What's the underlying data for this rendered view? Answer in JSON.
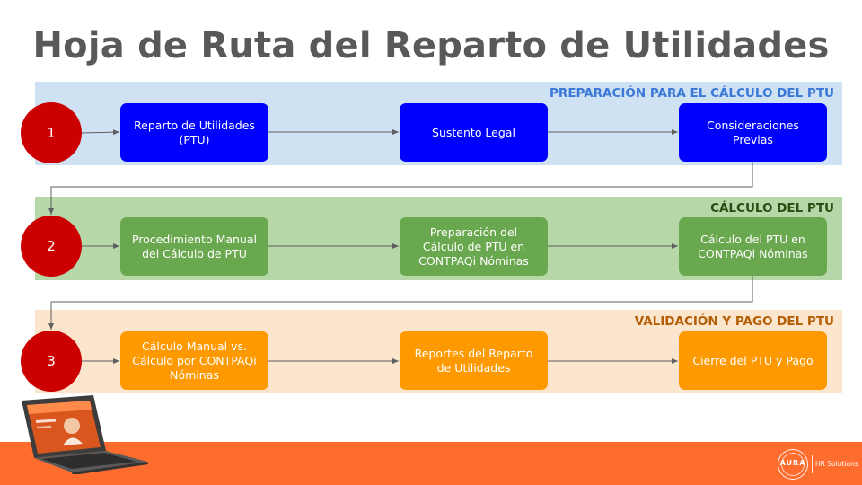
{
  "title": "Hoja de Ruta del Reparto de Utilidades",
  "colors": {
    "title": "#595959",
    "phase_circle": "#cc0000",
    "phase1_band": "#cfe2f3",
    "phase1_box": "#0000ff",
    "phase1_label": "#3c78d8",
    "phase2_band": "#b6d7a8",
    "phase2_box": "#6aa84f",
    "phase2_label": "#274e13",
    "phase3_band": "#fce5cd",
    "phase3_box": "#ff9900",
    "phase3_label": "#b45f06",
    "footer": "#ff6d2e"
  },
  "phases": [
    {
      "number": "1",
      "label": "PREPARACIÓN PARA EL CÁLCULO DEL PTU",
      "steps": [
        "Reparto de Utilidades (PTU)",
        "Sustento Legal",
        "Consideraciones Previas"
      ]
    },
    {
      "number": "2",
      "label": "CÁLCULO DEL PTU",
      "steps": [
        "Procedimiento Manual del Cálculo de PTU",
        "Preparación del Cálculo de PTU en CONTPAQi Nóminas",
        "Cálculo del PTU en CONTPAQi Nóminas"
      ]
    },
    {
      "number": "3",
      "label": "VALIDACIÓN Y PAGO DEL PTU",
      "steps": [
        "Cálculo Manual vs. Cálculo por CONTPAQi Nóminas",
        "Reportes del Reparto de Utilidades",
        "Cierre del PTU y Pago"
      ]
    }
  ],
  "footer": {
    "logo_name": "AURA",
    "logo_subtitle": "HR Solutions",
    "laptop_icon": "laptop-icon"
  }
}
